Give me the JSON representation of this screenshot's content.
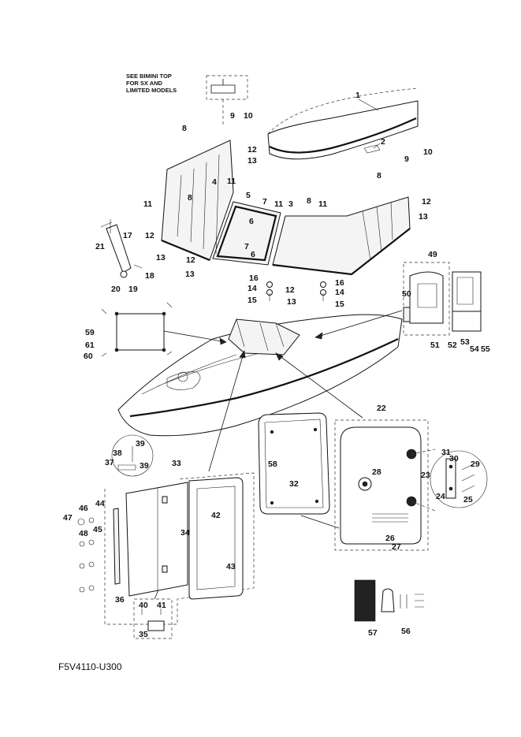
{
  "note": {
    "line1": "SEE BIMINI TOP",
    "line2": "FOR SX AND",
    "line3": "LIMITED MODELS"
  },
  "diagram_code": "F5V4110-U300",
  "callouts": [
    {
      "id": "c1",
      "text": "1"
    },
    {
      "id": "c2",
      "text": "2"
    },
    {
      "id": "c3",
      "text": "3"
    },
    {
      "id": "c4",
      "text": "4"
    },
    {
      "id": "c5",
      "text": "5"
    },
    {
      "id": "c6a",
      "text": "6"
    },
    {
      "id": "c6b",
      "text": "6"
    },
    {
      "id": "c7a",
      "text": "7"
    },
    {
      "id": "c7b",
      "text": "7"
    },
    {
      "id": "c8a",
      "text": "8"
    },
    {
      "id": "c8b",
      "text": "8"
    },
    {
      "id": "c8c",
      "text": "8"
    },
    {
      "id": "c8d",
      "text": "8"
    },
    {
      "id": "c9a",
      "text": "9"
    },
    {
      "id": "c9b",
      "text": "9"
    },
    {
      "id": "c10a",
      "text": "10"
    },
    {
      "id": "c10b",
      "text": "10"
    },
    {
      "id": "c11a",
      "text": "11"
    },
    {
      "id": "c11b",
      "text": "11"
    },
    {
      "id": "c11c",
      "text": "11"
    },
    {
      "id": "c11d",
      "text": "11"
    },
    {
      "id": "c12a",
      "text": "12"
    },
    {
      "id": "c12b",
      "text": "12"
    },
    {
      "id": "c12c",
      "text": "12"
    },
    {
      "id": "c12d",
      "text": "12"
    },
    {
      "id": "c12e",
      "text": "12"
    },
    {
      "id": "c13a",
      "text": "13"
    },
    {
      "id": "c13b",
      "text": "13"
    },
    {
      "id": "c13c",
      "text": "13"
    },
    {
      "id": "c13d",
      "text": "13"
    },
    {
      "id": "c13e",
      "text": "13"
    },
    {
      "id": "c14a",
      "text": "14"
    },
    {
      "id": "c14b",
      "text": "14"
    },
    {
      "id": "c15a",
      "text": "15"
    },
    {
      "id": "c15b",
      "text": "15"
    },
    {
      "id": "c16a",
      "text": "16"
    },
    {
      "id": "c16b",
      "text": "16"
    },
    {
      "id": "c17",
      "text": "17"
    },
    {
      "id": "c18",
      "text": "18"
    },
    {
      "id": "c19",
      "text": "19"
    },
    {
      "id": "c20",
      "text": "20"
    },
    {
      "id": "c21",
      "text": "21"
    },
    {
      "id": "c22",
      "text": "22"
    },
    {
      "id": "c23",
      "text": "23"
    },
    {
      "id": "c24",
      "text": "24"
    },
    {
      "id": "c25",
      "text": "25"
    },
    {
      "id": "c26",
      "text": "26"
    },
    {
      "id": "c27",
      "text": "27"
    },
    {
      "id": "c28",
      "text": "28"
    },
    {
      "id": "c29",
      "text": "29"
    },
    {
      "id": "c30",
      "text": "30"
    },
    {
      "id": "c31",
      "text": "31"
    },
    {
      "id": "c32",
      "text": "32"
    },
    {
      "id": "c33",
      "text": "33"
    },
    {
      "id": "c34",
      "text": "34"
    },
    {
      "id": "c35",
      "text": "35"
    },
    {
      "id": "c36",
      "text": "36"
    },
    {
      "id": "c37",
      "text": "37"
    },
    {
      "id": "c38",
      "text": "38"
    },
    {
      "id": "c39a",
      "text": "39"
    },
    {
      "id": "c39b",
      "text": "39"
    },
    {
      "id": "c40",
      "text": "40"
    },
    {
      "id": "c41",
      "text": "41"
    },
    {
      "id": "c42",
      "text": "42"
    },
    {
      "id": "c43",
      "text": "43"
    },
    {
      "id": "c44",
      "text": "44"
    },
    {
      "id": "c45",
      "text": "45"
    },
    {
      "id": "c46",
      "text": "46"
    },
    {
      "id": "c47",
      "text": "47"
    },
    {
      "id": "c48",
      "text": "48"
    },
    {
      "id": "c49",
      "text": "49"
    },
    {
      "id": "c50",
      "text": "50"
    },
    {
      "id": "c51",
      "text": "51"
    },
    {
      "id": "c52",
      "text": "52"
    },
    {
      "id": "c53",
      "text": "53"
    },
    {
      "id": "c54",
      "text": "54"
    },
    {
      "id": "c55",
      "text": "55"
    },
    {
      "id": "c56",
      "text": "56"
    },
    {
      "id": "c57",
      "text": "57"
    },
    {
      "id": "c58",
      "text": "58"
    },
    {
      "id": "c59",
      "text": "59"
    },
    {
      "id": "c60",
      "text": "60"
    },
    {
      "id": "c61",
      "text": "61"
    }
  ]
}
